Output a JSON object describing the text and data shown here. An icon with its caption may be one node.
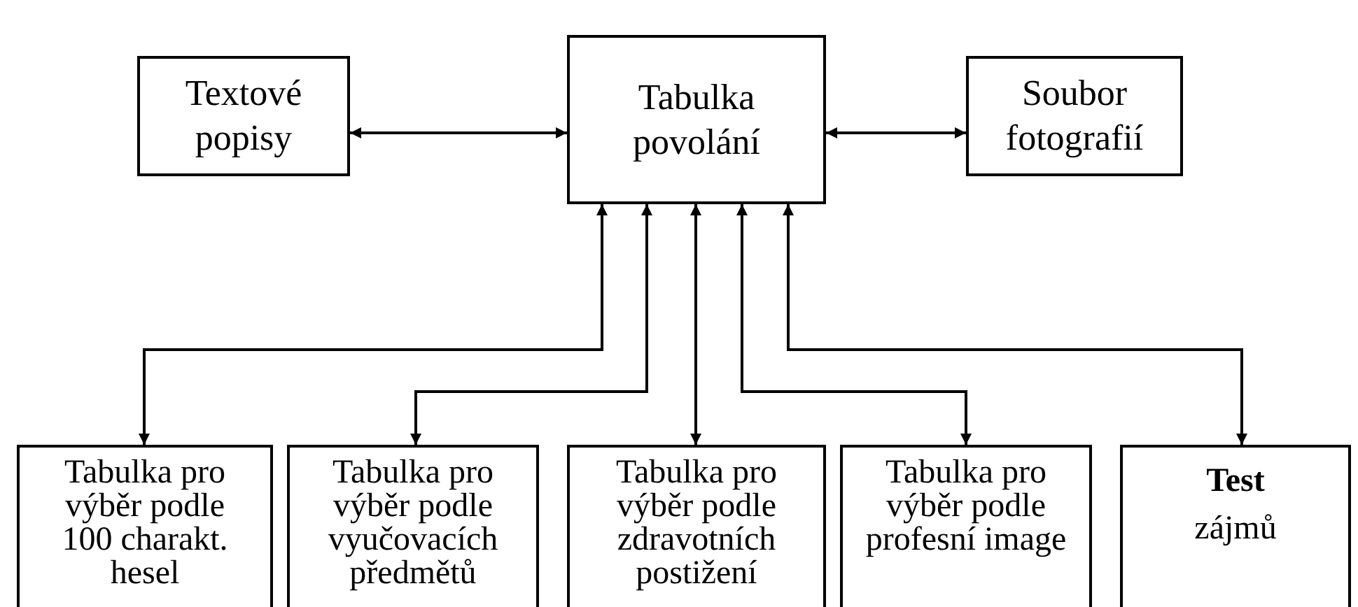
{
  "diagram": {
    "nodes": [
      {
        "text": [
          "Textové popisy"
        ]
      },
      {
        "text": [
          "Tabulka povolání"
        ]
      },
      {
        "text": [
          "Soubor fotografií"
        ]
      },
      {
        "text": [
          "Tabulka pro výběr podle 100 charakt. hesel"
        ]
      },
      {
        "text": [
          "Tabulka pro výběr podle vyučovacích předmětů"
        ]
      },
      {
        "text": [
          "Tabulka pro výběr podle zdravotních postižení"
        ]
      },
      {
        "text": [
          "Tabulka pro výběr podle profesní image"
        ]
      },
      {
        "text": [
          "Test",
          "zájmů"
        ]
      }
    ],
    "edges": [
      {
        "from": 0,
        "to": 1,
        "arrow": "both"
      },
      {
        "from": 1,
        "to": 2,
        "arrow": "both"
      },
      {
        "from": 1,
        "to": 3,
        "arrow": "both"
      },
      {
        "from": 1,
        "to": 4,
        "arrow": "both"
      },
      {
        "from": 1,
        "to": 5,
        "arrow": "both"
      },
      {
        "from": 1,
        "to": 6,
        "arrow": "both"
      },
      {
        "from": 1,
        "to": 7,
        "arrow": "both"
      }
    ]
  }
}
